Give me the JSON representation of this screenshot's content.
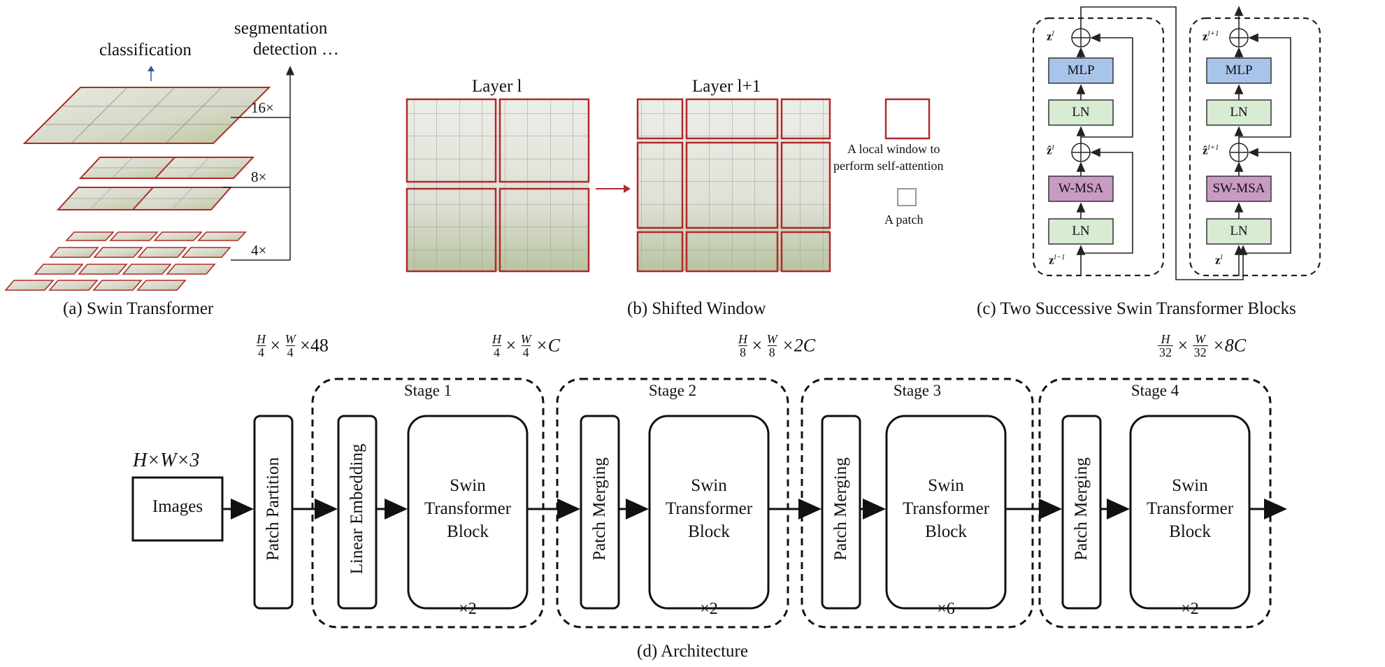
{
  "panel_a": {
    "caption": "(a) Swin Transformer",
    "classification_label": "classification",
    "segmentation_label": "segmentation",
    "detection_label": "detection …",
    "scales": [
      "16×",
      "8×",
      "4×"
    ]
  },
  "panel_b": {
    "caption": "(b) Shifted Window",
    "layer_l_label": "Layer l",
    "layer_l1_label": "Layer l+1",
    "legend_window_line1": "A local window to",
    "legend_window_line2": "perform self-attention",
    "legend_patch": "A patch"
  },
  "panel_c": {
    "caption": "(c) Two Successive Swin Transformer Blocks",
    "block1": {
      "mlp": "MLP",
      "ln_top": "LN",
      "attn": "W-MSA",
      "ln_bottom": "LN",
      "z_out": "z",
      "z_out_sup": "l",
      "z_hat": "ẑ",
      "z_hat_sup": "l",
      "z_in": "z",
      "z_in_sup": "l−1"
    },
    "block2": {
      "mlp": "MLP",
      "ln_top": "LN",
      "attn": "SW-MSA",
      "ln_bottom": "LN",
      "z_out": "z",
      "z_out_sup": "l+1",
      "z_hat": "ẑ",
      "z_hat_sup": "l+1",
      "z_in": "z",
      "z_in_sup": "l"
    }
  },
  "panel_d": {
    "caption": "(d) Architecture",
    "input_dims": "H×W×3",
    "images_label": "Images",
    "patch_partition": "Patch Partition",
    "dims": [
      {
        "num1": "H",
        "den1": "4",
        "num2": "W",
        "den2": "4",
        "tail": "×48"
      },
      {
        "num1": "H",
        "den1": "4",
        "num2": "W",
        "den2": "4",
        "tail": "×C"
      },
      {
        "num1": "H",
        "den1": "8",
        "num2": "W",
        "den2": "8",
        "tail": "×2C"
      },
      {
        "num1": "H",
        "den1": "32",
        "num2": "W",
        "den2": "32",
        "tail": "×8C"
      }
    ],
    "stages": [
      {
        "title": "Stage 1",
        "prefix": "Linear Embedding",
        "block_l1": "Swin",
        "block_l2": "Transformer",
        "block_l3": "Block",
        "repeat": "×2"
      },
      {
        "title": "Stage 2",
        "prefix": "Patch Merging",
        "block_l1": "Swin",
        "block_l2": "Transformer",
        "block_l3": "Block",
        "repeat": "×2"
      },
      {
        "title": "Stage 3",
        "prefix": "Patch Merging",
        "block_l1": "Swin",
        "block_l2": "Transformer",
        "block_l3": "Block",
        "repeat": "×6"
      },
      {
        "title": "Stage 4",
        "prefix": "Patch Merging",
        "block_l1": "Swin",
        "block_l2": "Transformer",
        "block_l3": "Block",
        "repeat": "×2"
      }
    ]
  },
  "colors": {
    "mlp_fill": "#a9c4ea",
    "ln_fill": "#d8ebd3",
    "msa_fill": "#c99ac4",
    "window_red": "#b02a2a",
    "patch_gray": "#9a9a9a",
    "photo_tone": "#d9dccf"
  }
}
